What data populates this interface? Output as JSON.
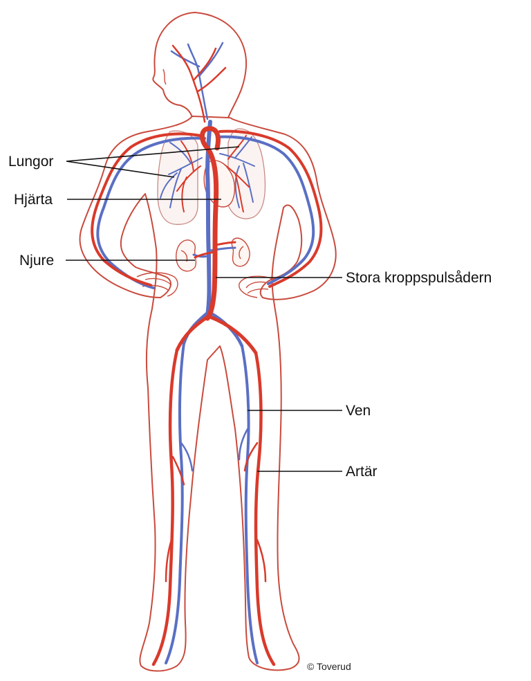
{
  "labels": {
    "lungor": "Lungor",
    "hjarta": "Hjärta",
    "njure": "Njure",
    "stora_kroppspulsadern": "Stora kroppspulsådern",
    "ven": "Ven",
    "artar": "Artär"
  },
  "credit": "© Toverud",
  "colors": {
    "artery": "#d93a2b",
    "vein": "#5a6fc4",
    "outline": "#c94a3c",
    "label_text": "#111111"
  }
}
